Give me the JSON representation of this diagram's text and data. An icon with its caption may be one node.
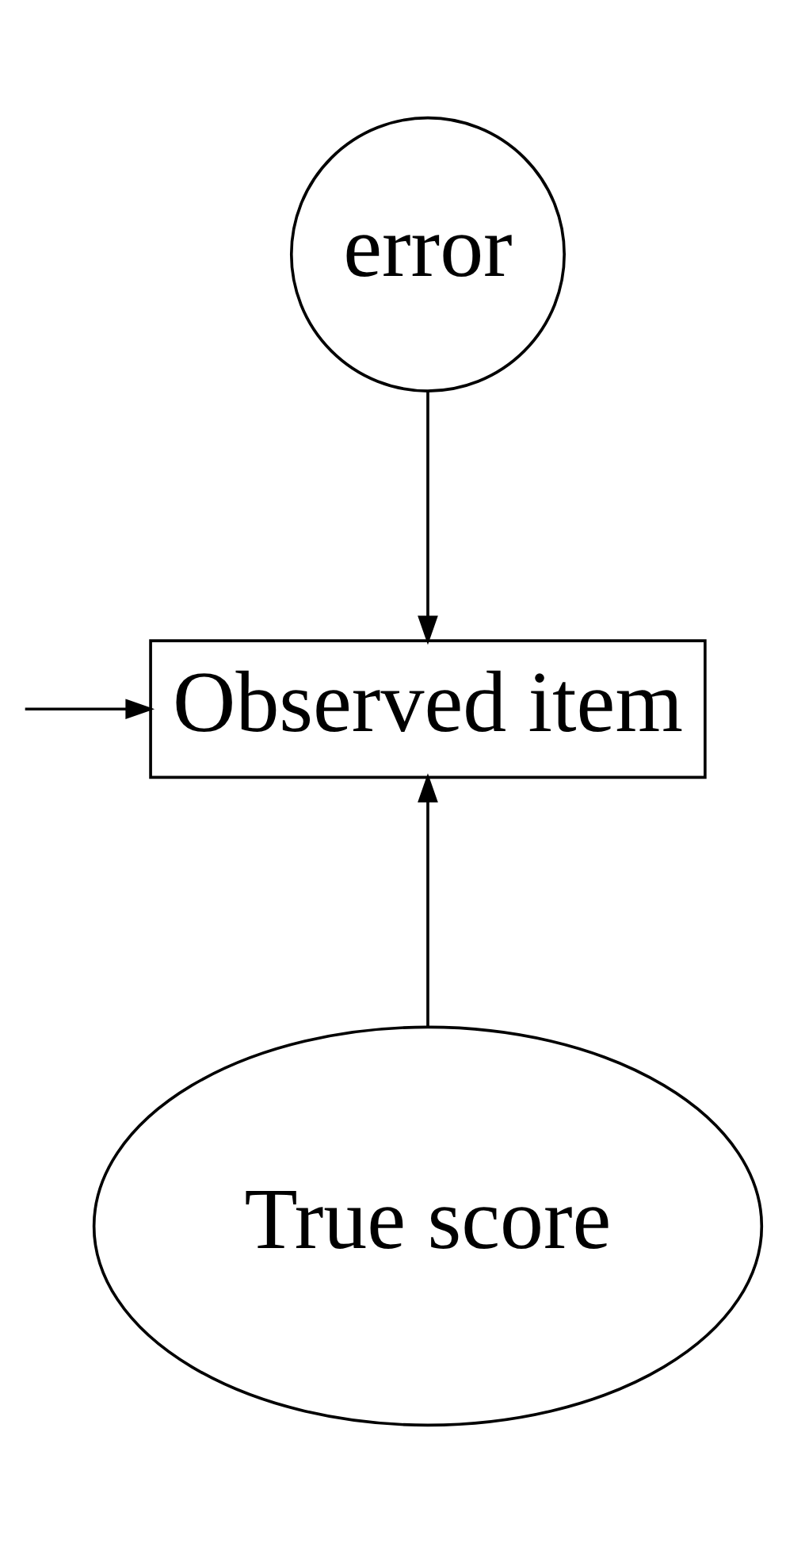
{
  "diagram": {
    "nodes": [
      {
        "text": [
          "error"
        ]
      },
      {
        "text": [
          "Observed item"
        ]
      },
      {
        "text": [
          "True score"
        ]
      }
    ],
    "edges": [
      {
        "from": 0,
        "to": 1,
        "arrow": "to"
      },
      {
        "from": 2,
        "to": 1,
        "arrow": "to"
      },
      {
        "from": null,
        "to": 1,
        "arrow": "to"
      }
    ]
  }
}
